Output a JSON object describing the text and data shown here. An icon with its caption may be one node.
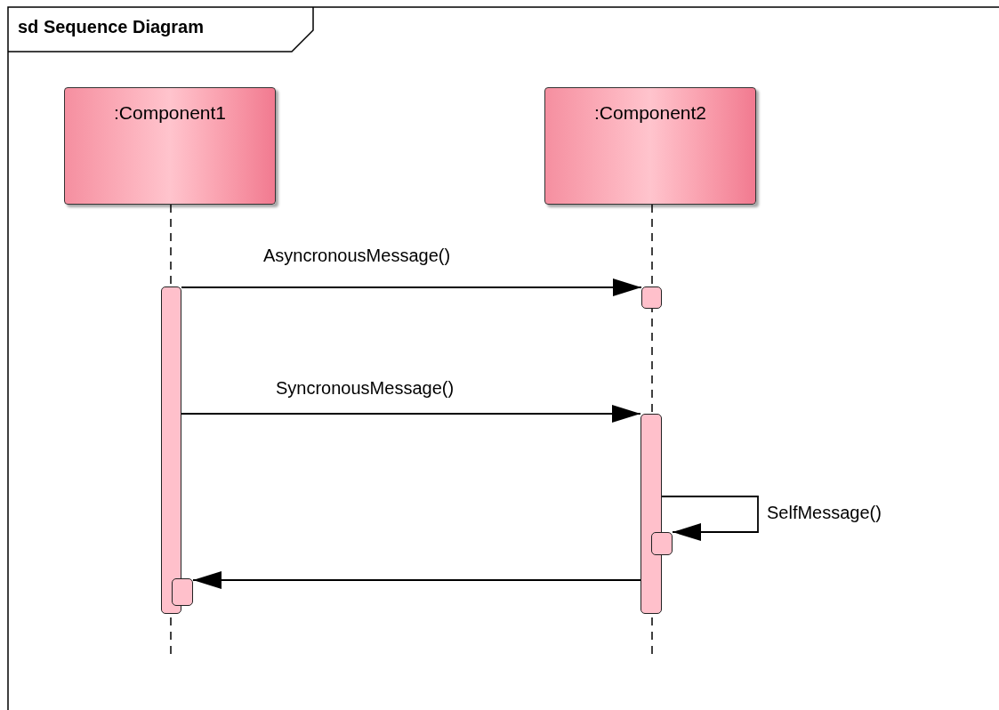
{
  "diagram": {
    "title": "sd Sequence Diagram",
    "nodes": [
      {
        "text": [
          ":Component1"
        ]
      },
      {
        "text": [
          ":Component2"
        ]
      },
      {
        "text": [],
        "shape": "bar"
      },
      {
        "text": [],
        "shape": "bar"
      },
      {
        "text": [],
        "shape": "bar"
      },
      {
        "text": [],
        "shape": "bar"
      },
      {
        "text": [],
        "shape": "bar"
      }
    ],
    "edges": [
      {
        "from": 2,
        "to": 3,
        "arrow": "to",
        "label": "AsyncronousMessage()"
      },
      {
        "from": 2,
        "to": 4,
        "arrow": "to",
        "label": "SyncronousMessage()"
      },
      {
        "from": 4,
        "to": 5,
        "arrow": "to",
        "label": "SelfMessage()"
      },
      {
        "from": 4,
        "to": 6,
        "arrow": "to"
      }
    ]
  }
}
